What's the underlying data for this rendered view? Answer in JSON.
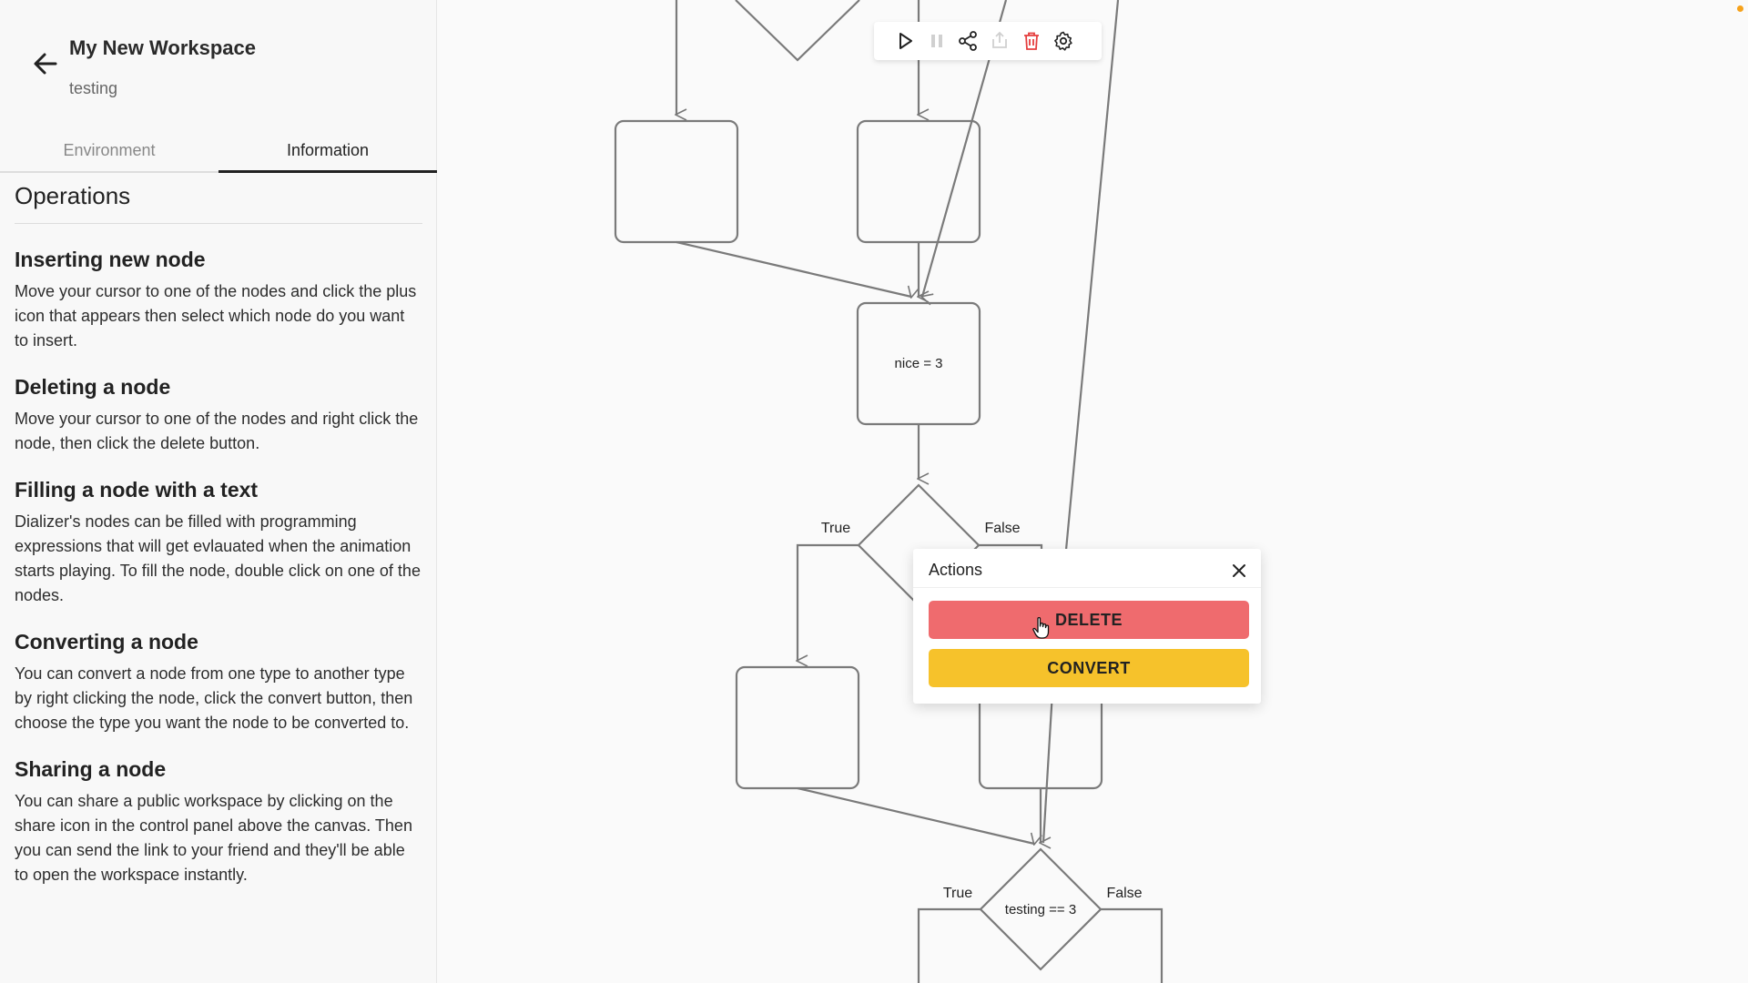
{
  "workspace": {
    "title": "My New Workspace",
    "subtitle": "testing"
  },
  "tabs": [
    {
      "label": "Environment",
      "active": false
    },
    {
      "label": "Information",
      "active": true
    }
  ],
  "info": {
    "heading": "Operations",
    "sections": [
      {
        "title": "Inserting new node",
        "body": "Move your cursor to one of the nodes and click the plus icon that appears then select which node do you want to insert."
      },
      {
        "title": "Deleting a node",
        "body": "Move your cursor to one of the nodes and right click the node, then click the delete button."
      },
      {
        "title": "Filling a node with a text",
        "body": "Dializer's nodes can be filled with programming expressions that will get evlauated when the animation starts playing. To fill the node, double click on one of the nodes."
      },
      {
        "title": "Converting a node",
        "body": "You can convert a node from one type to another type by right clicking the node, click the convert button, then choose the type you want the node to be converted to."
      },
      {
        "title": "Sharing a node",
        "body": "You can share a public workspace by clicking on the share icon in the control panel above the canvas. Then you can send the link to your friend and they'll be able to open the workspace instantly."
      }
    ]
  },
  "toolbar": {
    "icons": [
      "play-icon",
      "pause-icon",
      "share-icon",
      "export-icon",
      "trash-icon",
      "gear-icon"
    ],
    "delete_color": "#e53e3e"
  },
  "flowchart": {
    "node_text_1": "nice = 3",
    "node_text_2": "testing == 3",
    "true_label": "True",
    "false_label": "False"
  },
  "actions": {
    "title": "Actions",
    "delete_label": "DELETE",
    "convert_label": "CONVERT",
    "delete_color": "#ef6b6e",
    "convert_color": "#f6c22b"
  },
  "colors": {
    "notification_dot": "#f6a21b"
  }
}
